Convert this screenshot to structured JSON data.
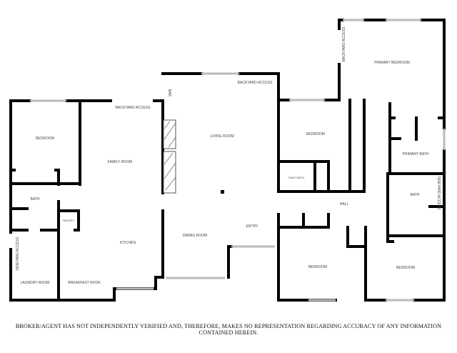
{
  "rooms": {
    "bedroom_west": "BEDROOM",
    "family_room": "FAMILY ROOM",
    "backyard_access_west": "BACKYARD ACCESS",
    "bar": "BAR",
    "backyard_access_living": "BACKYARD ACCESS",
    "living_room": "LIVING ROOM",
    "bath_west": "BATH",
    "pantry": "PANTRY",
    "kitchen": "KITCHEN",
    "dining_room": "DINING ROOM",
    "entry": "ENTRY",
    "sideyard_access_west": "SIDEYARD ACCESS",
    "laundry_room": "LAUNDRY ROOM",
    "breakfast_nook": "BREAKFAST NOOK",
    "backyard_access_primary": "BACKYARD ACCESS",
    "primary_bedroom": "PRIMARY BEDROOM",
    "bedroom_east_upper": "BEDROOM",
    "primary_bath": "PRIMARY BATH",
    "half_bath": "HALF BATH",
    "bath_east": "BATH",
    "sideyard_access_east": "SIDEYARD ACCESS",
    "hall": "HALL",
    "bedroom_east_lower_left": "BEDROOM",
    "bedroom_east_lower_right": "BEDROOM"
  },
  "disclaimer": "BROKER/AGENT HAS NOT INDEPENDENTLY VERIFIED AND, THEREFORE, MAKES NO REPRESENTATION REGARDING ACCURACY OF ANY INFORMATION CONTAINED HEREIN."
}
